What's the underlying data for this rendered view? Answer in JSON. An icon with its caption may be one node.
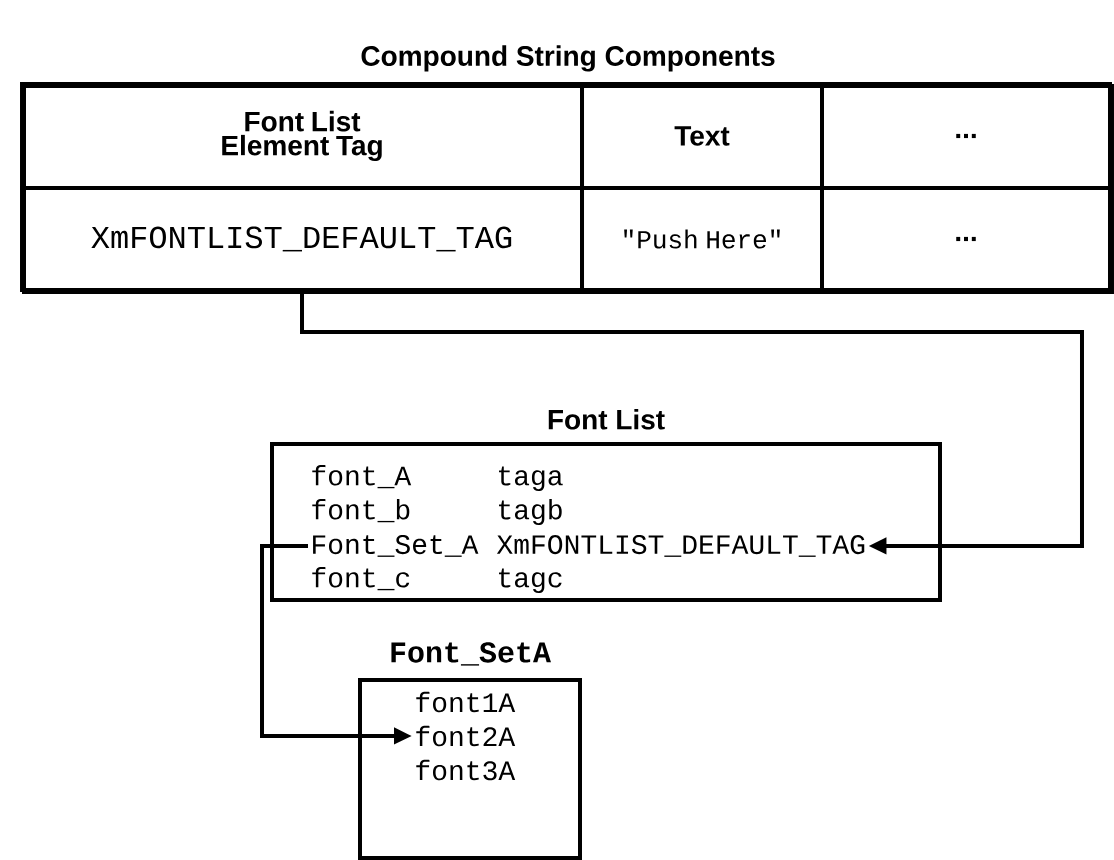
{
  "diagram": {
    "nodes": [
      {
        "text": [
          "Compound String Components"
        ]
      },
      {
        "text": [
          "Font List Element Tag"
        ],
        "in": 0
      },
      {
        "text": [
          "Text"
        ],
        "in": 0
      },
      {
        "text": [
          "..."
        ],
        "in": 0
      },
      {
        "text": [
          "XmFONTLIST_DEFAULT_TAG"
        ],
        "in": 0
      },
      {
        "text": [
          "\"Push Here\""
        ],
        "in": 0
      },
      {
        "text": [
          "..."
        ],
        "in": 0
      },
      {
        "text": [
          "Font List"
        ]
      },
      {
        "text": [
          "font_A",
          "taga"
        ],
        "in": 7
      },
      {
        "text": [
          "font_b",
          "tagb"
        ],
        "in": 7
      },
      {
        "text": [
          "Font_Set_A",
          "XmFONTLIST_DEFAULT_TAG"
        ],
        "in": 7
      },
      {
        "text": [
          "font_c",
          "tagc"
        ],
        "in": 7
      },
      {
        "text": [
          "Font_SetA"
        ]
      },
      {
        "text": [
          "font1A"
        ],
        "in": 12
      },
      {
        "text": [
          "font2A"
        ],
        "in": 12
      },
      {
        "text": [
          "font3A"
        ],
        "in": 12
      }
    ],
    "edges": [
      {
        "from": 4,
        "to": 10,
        "arrow": "to"
      },
      {
        "from": 10,
        "to": 14,
        "arrow": "to"
      }
    ]
  }
}
